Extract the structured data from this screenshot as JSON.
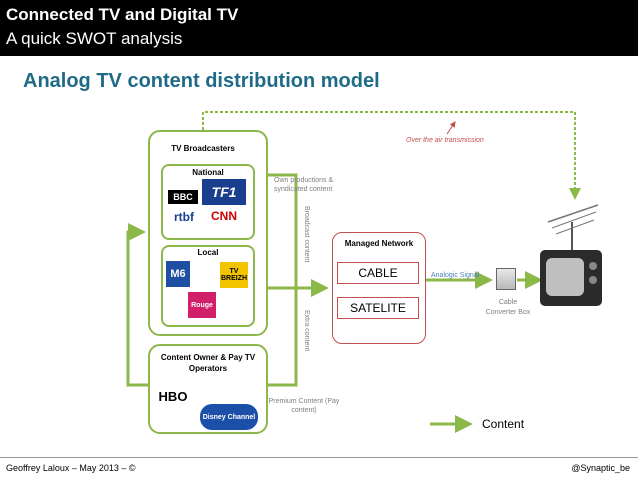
{
  "header": {
    "title": "Connected TV and Digital TV",
    "subtitle": "A quick SWOT analysis"
  },
  "slide_title": "Analog TV content distribution model",
  "broadcasters": {
    "title": "TV Broadcasters",
    "national_label": "National",
    "local_label": "Local",
    "national_logos": [
      "BBC",
      "TF1",
      "rtbf",
      "CNN"
    ],
    "local_logos": [
      "M6",
      "TV BREIZH",
      "Rouge"
    ]
  },
  "content_owner": {
    "title": "Content Owner & Pay TV Operators",
    "logos": [
      "HBO",
      "Disney Channel"
    ]
  },
  "annotations": {
    "own_productions": "Own productions & syndicated content",
    "broadcast_content": "Broadcast content",
    "extra_content": "Extra content",
    "premium_content": "Premium Content (Pay content)",
    "over_the_air": "Over the air transmission",
    "analogic_signal": "Analogic Signal",
    "cable_converter": "Cable Converter Box"
  },
  "managed_network": {
    "title": "Managed Network",
    "items": [
      "CABLE",
      "SATELITE"
    ]
  },
  "legend": {
    "label": "Content"
  },
  "footer": {
    "left": "Geoffrey Laloux – May  2013 – ©",
    "right": "@Synaptic_be"
  },
  "colors": {
    "green": "#8cb84a",
    "red": "#c0504d",
    "title_blue": "#1f6b87",
    "header_bg": "#000000"
  }
}
